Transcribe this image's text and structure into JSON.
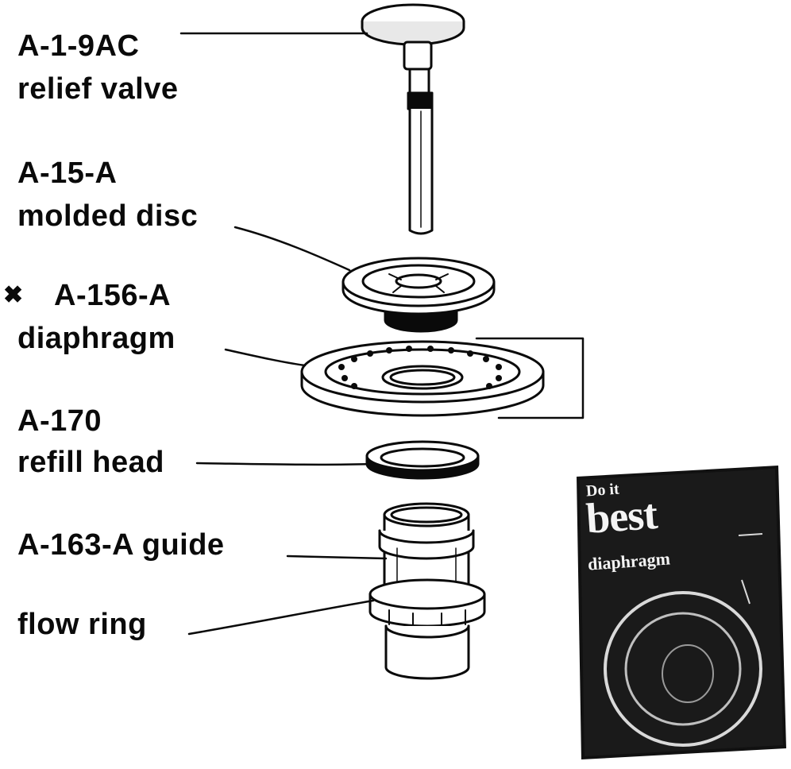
{
  "parts": [
    {
      "code": "A-1-9AC",
      "name": "relief valve"
    },
    {
      "code": "A-15-A",
      "name": "molded disc"
    },
    {
      "marker": "✖",
      "code": "A-156-A",
      "name": "diaphragm"
    },
    {
      "code": "A-170",
      "name": "refill head"
    },
    {
      "code": "A-163-A",
      "name": "guide"
    },
    {
      "name": "flow ring"
    }
  ],
  "labels": {
    "relief_valve_code": "A-1-9AC",
    "relief_valve_name": "relief valve",
    "molded_disc_code": "A-15-A",
    "molded_disc_name": "molded disc",
    "diaphragm_marker": "✖",
    "diaphragm_code": "A-156-A",
    "diaphragm_name": "diaphragm",
    "refill_head_code": "A-170",
    "refill_head_name": "refill head",
    "guide_label": "A-163-A guide",
    "flow_ring_name": "flow ring"
  },
  "package": {
    "brand_top": "Do it",
    "brand_main": "best",
    "product": "diaphragm"
  },
  "colors": {
    "ink": "#0a0a0a",
    "paper": "#ffffff",
    "package": "#111111"
  }
}
